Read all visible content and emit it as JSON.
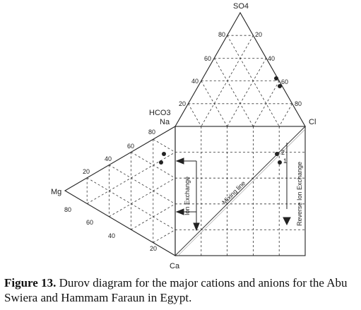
{
  "figure": {
    "apex_labels": {
      "top": "SO4",
      "right": "Cl",
      "bottom": "Ca",
      "left": "Mg",
      "corner_top": "HCO3",
      "corner_bottom": "Na"
    },
    "anion_left_ticks": [
      "80",
      "60",
      "40",
      "20"
    ],
    "anion_right_ticks": [
      "20",
      "40",
      "60",
      "80"
    ],
    "cation_upper_ticks": [
      "80",
      "60",
      "40",
      "20"
    ],
    "cation_lower_ticks": [
      "80",
      "60",
      "40",
      "20"
    ],
    "annotations": {
      "mixing": "Mixing line",
      "ion_exchange": "Ion Exchange",
      "reverse": "Reverse Ion Exchange"
    },
    "sample_labels": [
      "2",
      "1"
    ]
  },
  "caption": {
    "label": "Figure 13.",
    "text": " Durov diagram for the major cations and anions for the Abu Swiera and Hammam Faraun in Egypt."
  }
}
